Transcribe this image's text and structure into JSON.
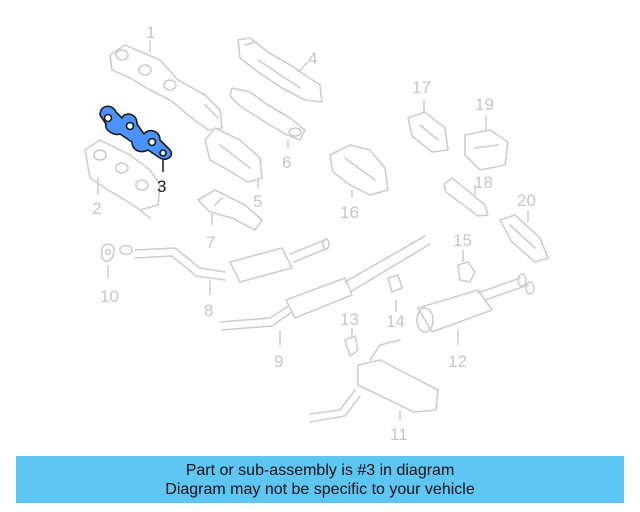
{
  "diagram": {
    "highlighted_part": "3",
    "highlight_color": "#4a93ff",
    "callouts": [
      "1",
      "2",
      "3",
      "4",
      "5",
      "6",
      "7",
      "8",
      "9",
      "10",
      "11",
      "12",
      "13",
      "14",
      "15",
      "16",
      "17",
      "18",
      "19",
      "20"
    ]
  },
  "banner": {
    "line1": "Part or sub-assembly is #3 in diagram",
    "line2": "Diagram may not be specific to your vehicle",
    "background": "#5dc6f3"
  }
}
